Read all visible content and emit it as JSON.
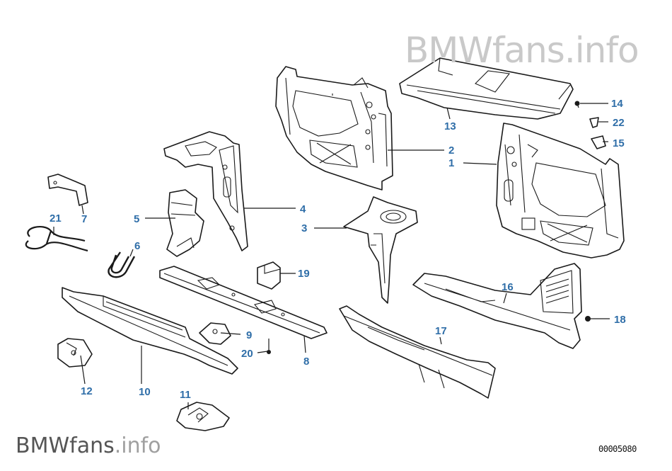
{
  "watermark": {
    "brand": "BMWfans",
    "suffix": ".info"
  },
  "diagram_id": "00005080",
  "callout_color": "#2f6ea8",
  "callouts": [
    {
      "id": "1",
      "label": "1"
    },
    {
      "id": "2",
      "label": "2"
    },
    {
      "id": "3",
      "label": "3"
    },
    {
      "id": "4",
      "label": "4"
    },
    {
      "id": "5",
      "label": "5"
    },
    {
      "id": "6",
      "label": "6"
    },
    {
      "id": "7",
      "label": "7"
    },
    {
      "id": "8",
      "label": "8"
    },
    {
      "id": "9",
      "label": "9"
    },
    {
      "id": "10",
      "label": "10"
    },
    {
      "id": "11",
      "label": "11"
    },
    {
      "id": "12",
      "label": "12"
    },
    {
      "id": "13",
      "label": "13"
    },
    {
      "id": "14",
      "label": "14"
    },
    {
      "id": "15",
      "label": "15"
    },
    {
      "id": "16",
      "label": "16"
    },
    {
      "id": "17",
      "label": "17"
    },
    {
      "id": "18",
      "label": "18"
    },
    {
      "id": "19",
      "label": "19"
    },
    {
      "id": "20",
      "label": "20"
    },
    {
      "id": "21",
      "label": "21"
    },
    {
      "id": "22",
      "label": "22"
    }
  ]
}
